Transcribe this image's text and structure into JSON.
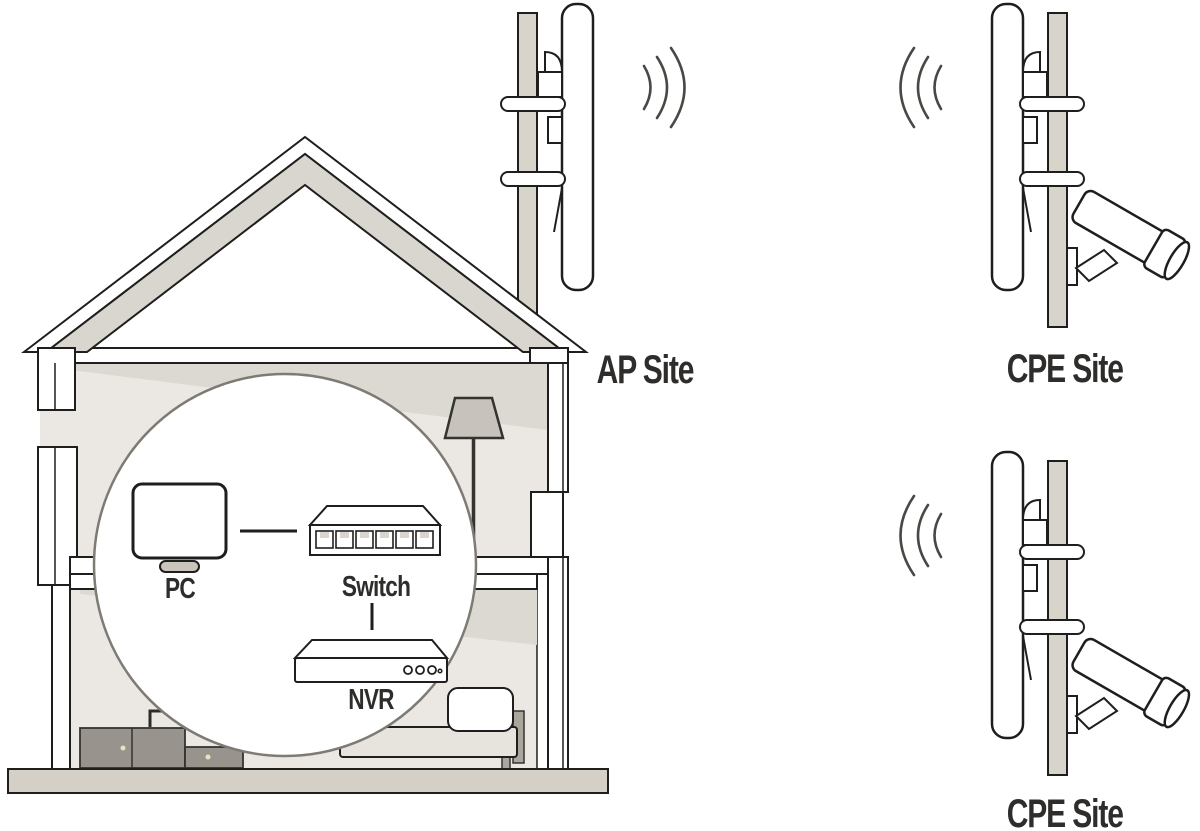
{
  "diagram": {
    "type": "wireless-bridge-topology",
    "title_present": false,
    "sites": [
      {
        "id": "ap",
        "label": "AP Site",
        "equipment": [
          "pole",
          "panel-antenna"
        ],
        "signal": "transmitting-right"
      },
      {
        "id": "cpe1",
        "label": "CPE Site",
        "equipment": [
          "pole",
          "panel-antenna",
          "bullet-camera"
        ],
        "signal": "receiving-left"
      },
      {
        "id": "cpe2",
        "label": "CPE Site",
        "equipment": [
          "pole",
          "panel-antenna",
          "bullet-camera"
        ],
        "signal": "receiving-left"
      }
    ],
    "indoor_devices": [
      {
        "id": "pc",
        "label": "PC"
      },
      {
        "id": "switch",
        "label": "Switch",
        "ports": 6
      },
      {
        "id": "nvr",
        "label": "NVR"
      }
    ],
    "connections": [
      {
        "from": "PC",
        "to": "Switch",
        "type": "wired"
      },
      {
        "from": "Switch",
        "to": "NVR",
        "type": "wired"
      },
      {
        "from": "AP Site",
        "to": "CPE Site",
        "type": "wireless"
      }
    ]
  },
  "colors": {
    "line": "#1e1e1c",
    "text": "#2e2d2b",
    "pole": "#d8d4cc",
    "roof_band": "#d9d6cf",
    "interior": "#ebe8e3",
    "interior_shadow": "#dcd9d2",
    "ground": "#d4d0c8",
    "cabinet": "#98948d",
    "lamp": "#c7c3bc",
    "bed_frame": "#aaa69e",
    "mattress": "#e7e4de",
    "circle_border": "#7d7b74"
  }
}
